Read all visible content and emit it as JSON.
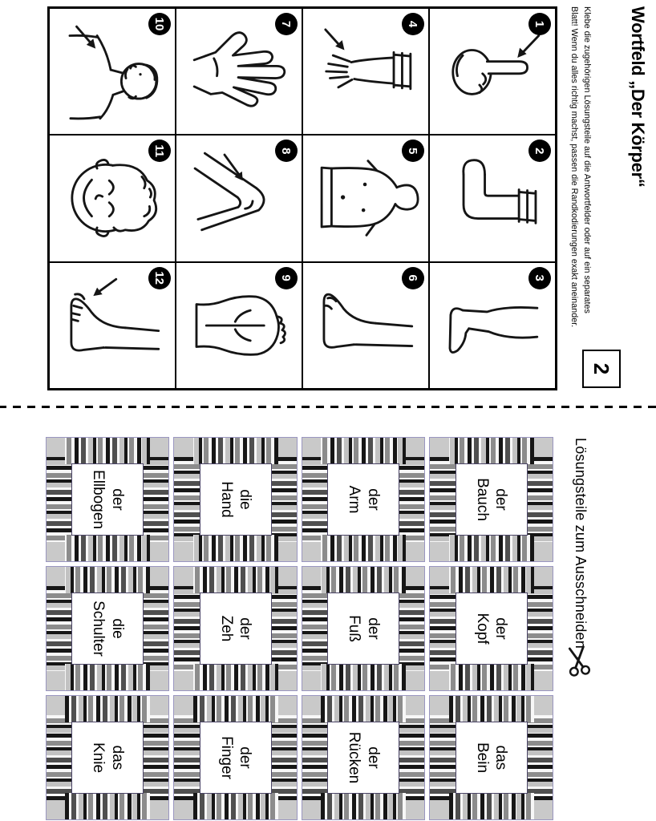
{
  "worksheet": {
    "title": "Wortfeld „Der Körper“",
    "instructions_line1": "Klebe die zugehörigen Lösungsteile auf die Antwortfelder oder auf ein separates",
    "instructions_line2": "Blatt! Wenn du alles richtig machst, passen die Randkodierungen exakt aneinander.",
    "page_number": "2",
    "cells": [
      {
        "number": "1",
        "icon": "pointing-finger-icon"
      },
      {
        "number": "2",
        "icon": "bent-elbow-icon"
      },
      {
        "number": "3",
        "icon": "leg-icon"
      },
      {
        "number": "4",
        "icon": "arm-icon"
      },
      {
        "number": "5",
        "icon": "belly-icon"
      },
      {
        "number": "6",
        "icon": "foot-icon"
      },
      {
        "number": "7",
        "icon": "open-hand-icon"
      },
      {
        "number": "8",
        "icon": "knee-icon"
      },
      {
        "number": "9",
        "icon": "back-icon"
      },
      {
        "number": "10",
        "icon": "shoulder-icon"
      },
      {
        "number": "11",
        "icon": "head-icon"
      },
      {
        "number": "12",
        "icon": "toe-icon"
      }
    ]
  },
  "cards": {
    "heading": "Lösungsteile zum Ausschneiden",
    "scissors_icon": "scissors-icon",
    "labels": [
      {
        "article": "der",
        "noun": "Bauch"
      },
      {
        "article": "der",
        "noun": "Kopf"
      },
      {
        "article": "das",
        "noun": "Bein"
      },
      {
        "article": "der",
        "noun": "Arm"
      },
      {
        "article": "der",
        "noun": "Fuß"
      },
      {
        "article": "der",
        "noun": "Rücken"
      },
      {
        "article": "die",
        "noun": "Hand"
      },
      {
        "article": "der",
        "noun": "Zeh"
      },
      {
        "article": "der",
        "noun": "Finger"
      },
      {
        "article": "der",
        "noun": "Ellbogen"
      },
      {
        "article": "die",
        "noun": "Schulter"
      },
      {
        "article": "das",
        "noun": "Knie"
      }
    ]
  }
}
